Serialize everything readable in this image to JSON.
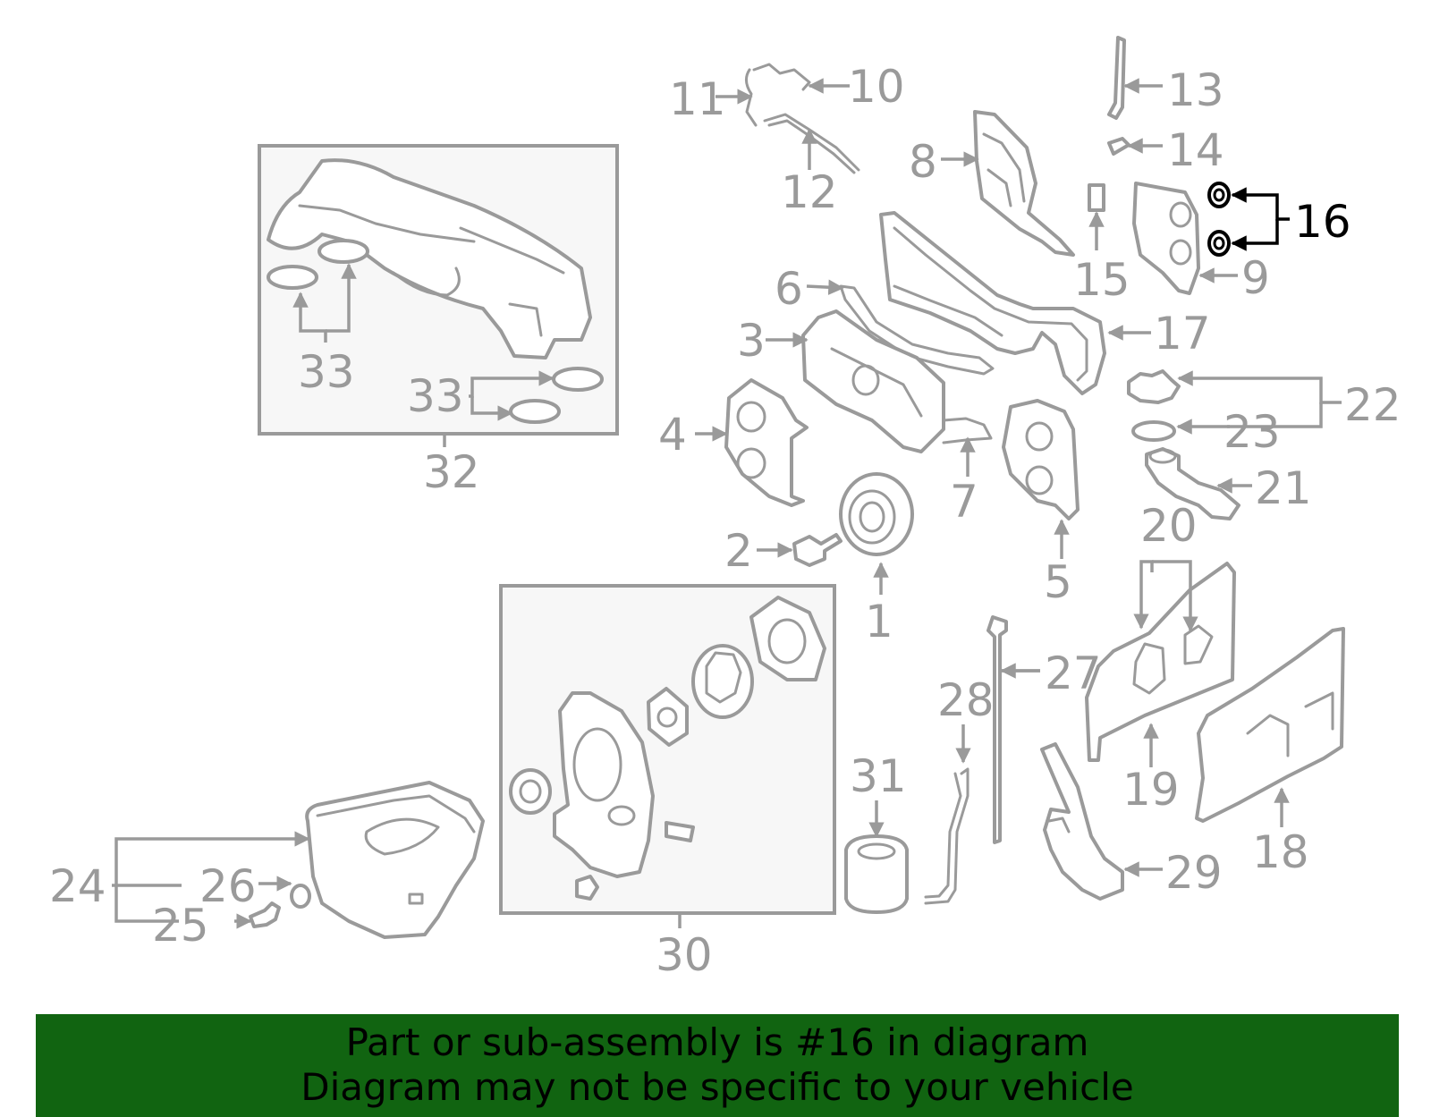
{
  "banner": {
    "line1": "Part or sub-assembly is #16 in diagram",
    "line2": "Diagram may not be specific to your vehicle",
    "background": "#116411"
  },
  "colors": {
    "line": "#9a9a9a",
    "highlight": "#000000",
    "subassembly_fill": "#f7f7f7"
  },
  "highlighted_part": "16",
  "callouts": {
    "c1": "1",
    "c2": "2",
    "c3": "3",
    "c4": "4",
    "c5": "5",
    "c6": "6",
    "c7": "7",
    "c8": "8",
    "c9": "9",
    "c10": "10",
    "c11": "11",
    "c12": "12",
    "c13": "13",
    "c14": "14",
    "c15": "15",
    "c16": "16",
    "c17": "17",
    "c18": "18",
    "c19": "19",
    "c20": "20",
    "c21": "21",
    "c22": "22",
    "c23": "23",
    "c24": "24",
    "c25": "25",
    "c26": "26",
    "c27": "27",
    "c28": "28",
    "c29": "29",
    "c30": "30",
    "c31": "31",
    "c32": "32",
    "c33a": "33",
    "c33b": "33"
  }
}
